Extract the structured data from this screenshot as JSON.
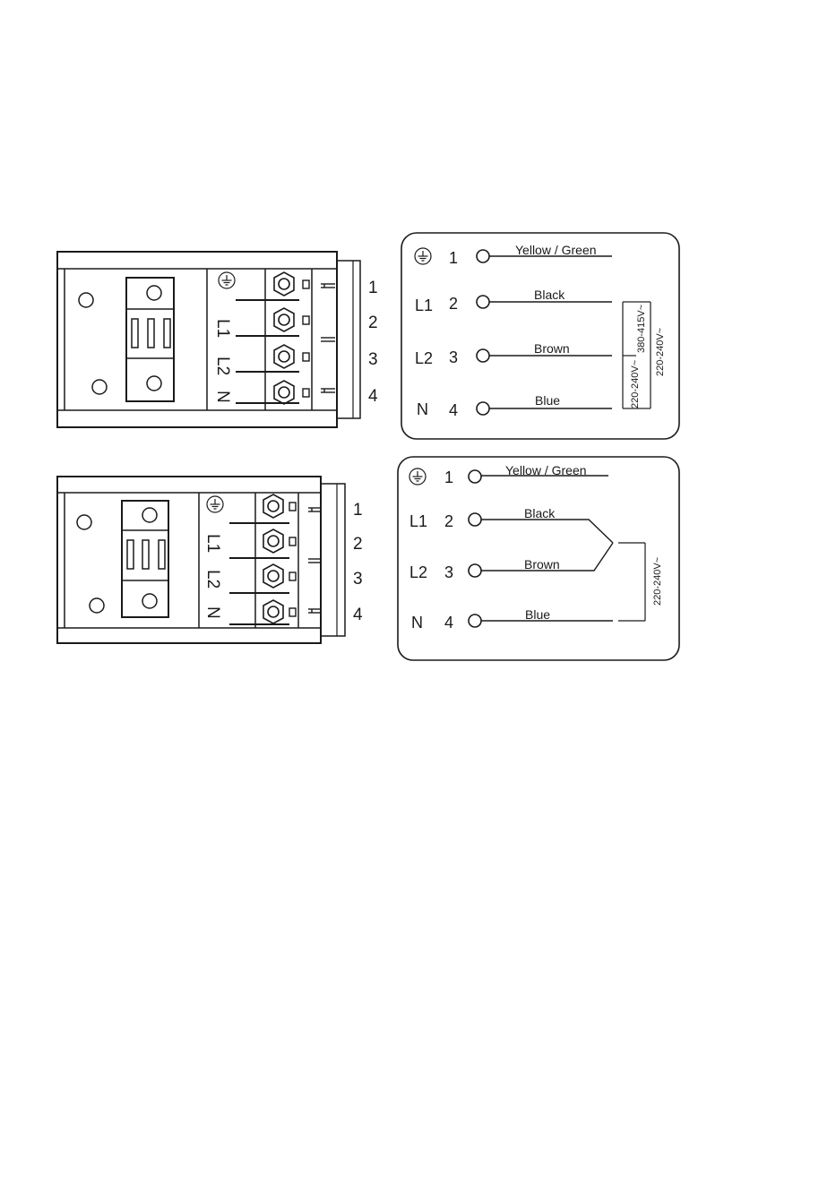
{
  "colors": {
    "line": "#1a1a1a",
    "background": "#ffffff"
  },
  "icons": {
    "earth": "earth-ground-icon"
  },
  "diagram_top": {
    "block": {
      "terminal_numbers": [
        "1",
        "2",
        "3",
        "4"
      ],
      "labels": [
        "L1",
        "L2",
        "N"
      ]
    },
    "scheme": {
      "rows": [
        {
          "label": "",
          "number": "1",
          "wire": "Yellow / Green"
        },
        {
          "label": "L1",
          "number": "2",
          "wire": "Black"
        },
        {
          "label": "L2",
          "number": "3",
          "wire": "Brown"
        },
        {
          "label": "N",
          "number": "4",
          "wire": "Blue"
        }
      ],
      "voltage_l1_l2": "380-415V~",
      "voltage_l2_n": "220-240V~",
      "voltage_l1_n": "220-240V~"
    }
  },
  "diagram_bottom": {
    "block": {
      "terminal_numbers": [
        "1",
        "2",
        "3",
        "4"
      ],
      "labels": [
        "L1",
        "L2",
        "N"
      ]
    },
    "scheme": {
      "rows": [
        {
          "label": "",
          "number": "1",
          "wire": "Yellow / Green"
        },
        {
          "label": "L1",
          "number": "2",
          "wire": "Black"
        },
        {
          "label": "L2",
          "number": "3",
          "wire": "Brown"
        },
        {
          "label": "N",
          "number": "4",
          "wire": "Blue"
        }
      ],
      "voltage": "220-240V~"
    }
  }
}
